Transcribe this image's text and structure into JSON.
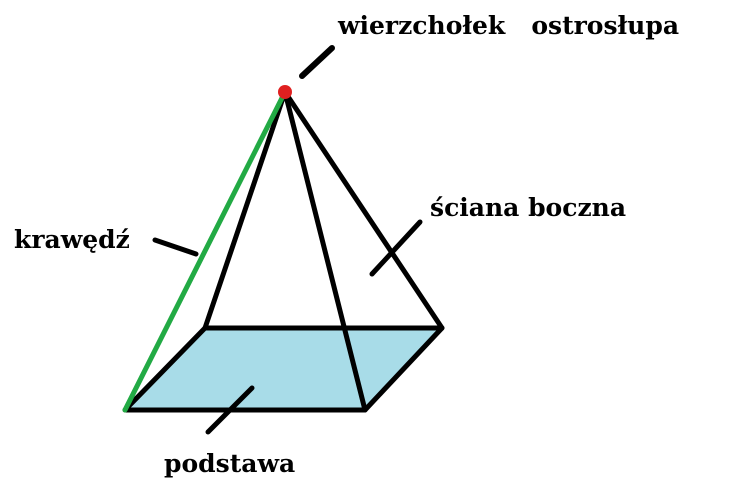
{
  "labels": {
    "apex": "wierzchołek   ostrosłupa",
    "lateral_face": "ściana boczna",
    "edge": "krawędź",
    "base": "podstawa"
  },
  "colors": {
    "base_fill": "#a8dce8",
    "edge_highlight": "#22aa44",
    "apex_point": "#e02020",
    "line": "#000000"
  }
}
